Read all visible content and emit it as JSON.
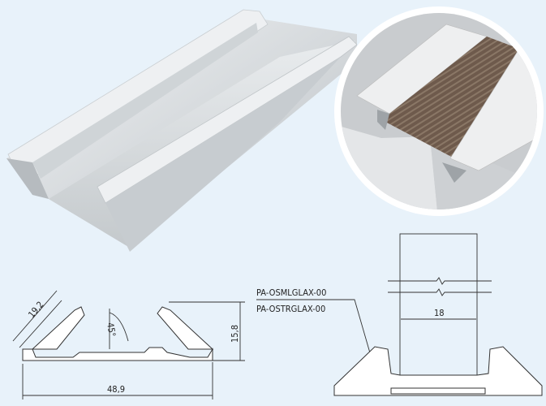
{
  "colors": {
    "background": "#e8f2fa",
    "aluminium": "#d8dcdf",
    "wood": "#6e5a4c"
  },
  "drawing_left": {
    "leg_length": "19,2",
    "angle": "45°",
    "height": "15,8",
    "width": "48,9"
  },
  "drawing_right": {
    "part_code_1": "PA-OSMLGLAX-00",
    "part_code_2": "PA-OSTRGLAX-00",
    "gap_width": "18"
  }
}
